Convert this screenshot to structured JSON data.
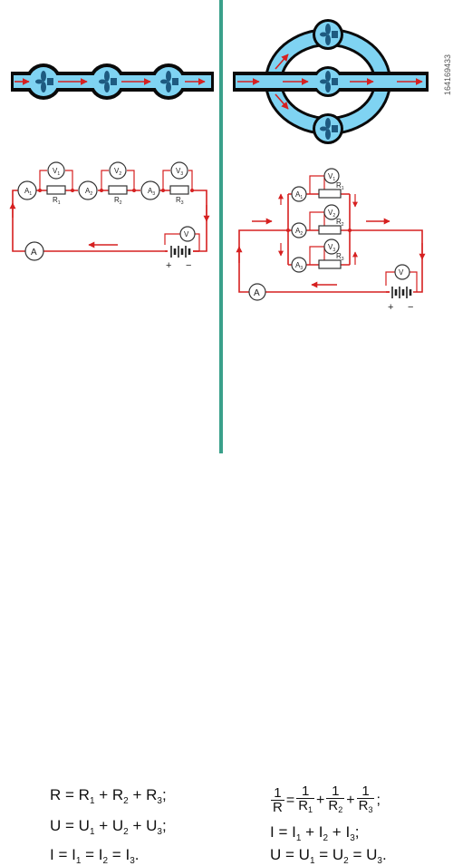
{
  "series": {
    "resistors": [
      "R1",
      "R2",
      "R3"
    ],
    "ammeters": [
      "A1",
      "A2",
      "A3"
    ],
    "voltmeters": [
      "V1",
      "V2",
      "V3"
    ],
    "meter_ammeter": "A",
    "meter_voltmeter": "V",
    "battery_plus": "+",
    "battery_minus": "−",
    "formula": {
      "line1": {
        "lhs": "R",
        "terms": [
          "R1",
          "R2",
          "R3"
        ],
        "end": ";"
      },
      "line2": {
        "lhs": "U",
        "terms": [
          "U1",
          "U2",
          "U3"
        ],
        "end": ";"
      },
      "line3": {
        "lhs": "I",
        "terms": [
          "I1",
          "I2",
          "I3"
        ],
        "end": "."
      }
    }
  },
  "parallel": {
    "resistors": [
      "R1",
      "R2",
      "R3"
    ],
    "ammeters": [
      "A1",
      "A2",
      "A3"
    ],
    "voltmeters": [
      "V1",
      "V2",
      "V3"
    ],
    "meter_ammeter": "A",
    "meter_voltmeter": "V",
    "battery_plus": "+",
    "battery_minus": "−",
    "formula": {
      "line1": {
        "num": "1",
        "lhs_den": "R",
        "dens": [
          "R1",
          "R2",
          "R3"
        ],
        "end": ";"
      },
      "line2": {
        "lhs": "I",
        "terms": [
          "I1",
          "I2",
          "I3"
        ],
        "end": ";"
      },
      "line3": {
        "lhs": "U",
        "terms": [
          "U1",
          "U2",
          "U3"
        ],
        "end": "."
      }
    }
  },
  "watermark": "164169433",
  "colors": {
    "pipe": "#7fd3f2",
    "pipe_outline": "#0a0a0a",
    "wire": "#d62020",
    "divider": "#3aa08a",
    "fan": "#1e5a80"
  }
}
